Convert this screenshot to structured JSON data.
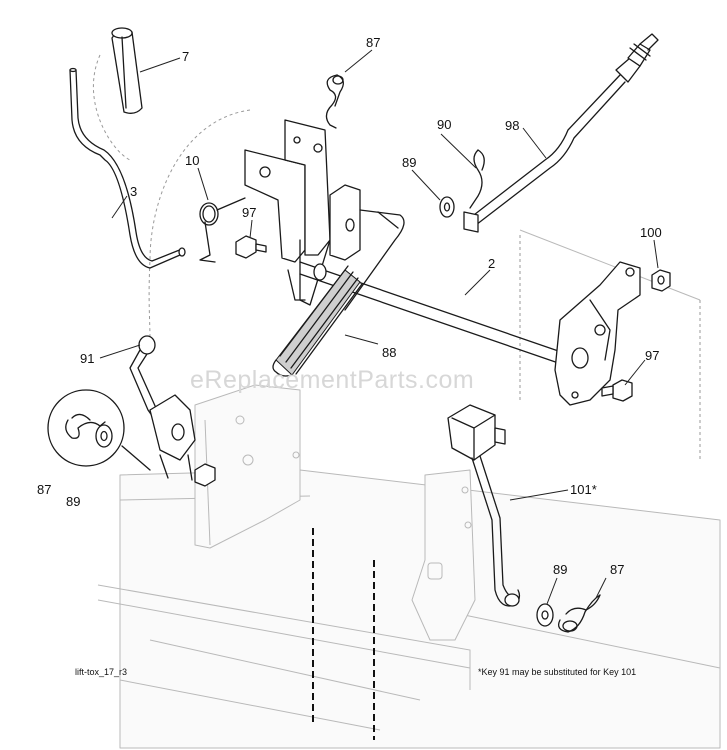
{
  "watermark": "eReplacementParts.com",
  "drawing_code": "lift-tox_17_r3",
  "footnote": "*Key 91 may be substituted for Key 101",
  "callouts": {
    "key_7": "7",
    "key_87_top": "87",
    "key_10": "10",
    "key_3": "3",
    "key_97_left": "97",
    "key_90": "90",
    "key_98": "98",
    "key_89_top": "89",
    "key_2": "2",
    "key_100": "100",
    "key_88": "88",
    "key_91": "91",
    "key_97_right": "97",
    "key_87_left": "87",
    "key_89_left": "89",
    "key_101": "101*",
    "key_89_bottom": "89",
    "key_87_bottom": "87"
  }
}
